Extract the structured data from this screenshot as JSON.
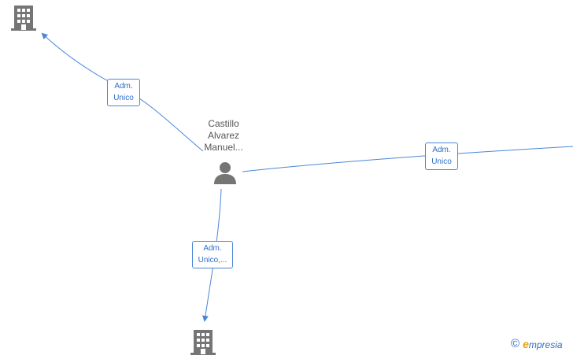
{
  "nodes": {
    "person": {
      "name_lines": [
        "Castillo",
        "Alvarez",
        "Manuel..."
      ],
      "icon": "person-icon"
    },
    "companies": [
      {
        "icon": "building-icon"
      },
      {
        "icon": "building-icon"
      }
    ]
  },
  "edges": [
    {
      "label_lines": [
        "Adm.",
        "Unico"
      ]
    },
    {
      "label_lines": [
        "Adm.",
        "Unico"
      ]
    },
    {
      "label_lines": [
        "Adm.",
        "Unico,..."
      ]
    }
  ],
  "watermark": {
    "copyright": "©",
    "brand_initial": "e",
    "brand_rest": "mpresia"
  },
  "colors": {
    "edge": "#4a86d8",
    "icon": "#757575",
    "brand_accent": "#e8a20c"
  }
}
